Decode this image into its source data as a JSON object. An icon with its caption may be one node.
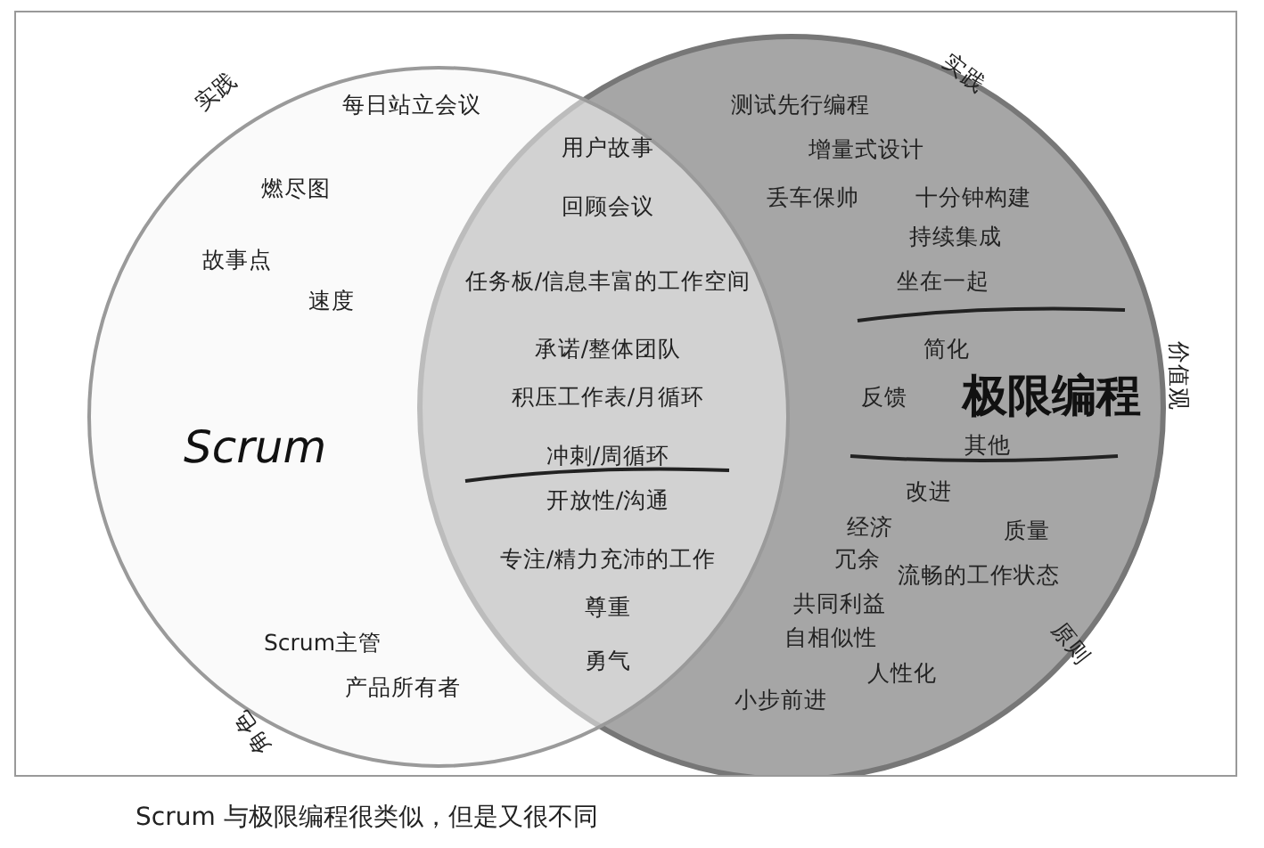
{
  "diagram": {
    "caption": "Scrum 与极限编程很类似，但是又很不同",
    "nodes": [
      {
        "text": [
          "Scrum"
        ]
      },
      {
        "text": [
          "极限编程"
        ]
      }
    ],
    "labels": [
      "实践",
      "每日站立会议",
      "测试先行编程",
      "实践",
      "用户故事",
      "增量式设计",
      "燃尽图",
      "回顾会议",
      "丢车保帅",
      "十分钟构建",
      "持续集成",
      "故事点",
      "任务板/信息丰富的工作空间",
      "坐在一起",
      "速度",
      "承诺/整体团队",
      "简化",
      "价值观",
      "积压工作表/月循环",
      "反馈",
      "其他",
      "冲刺/周循环",
      "开放性/沟通",
      "改进",
      "经济",
      "质量",
      "专注/精力充沛的工作",
      "冗余",
      "流畅的工作状态",
      "尊重",
      "共同利益",
      "Scrum主管",
      "原则",
      "自相似性",
      "勇气",
      "产品所有者",
      "人性化",
      "小步前进",
      "角色"
    ]
  }
}
